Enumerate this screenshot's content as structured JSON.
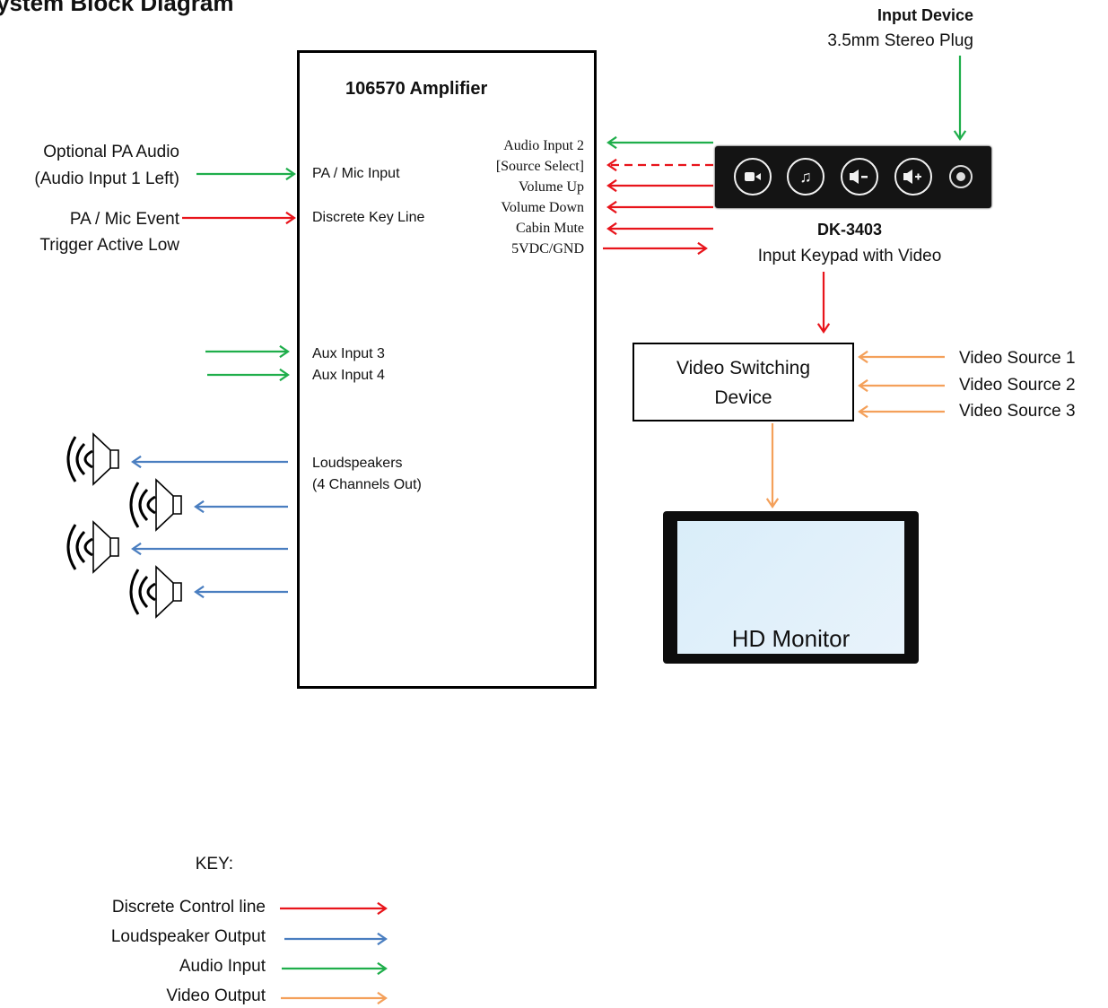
{
  "title_partial": "ystem Block Diagram",
  "amplifier": {
    "title": "106570 Amplifier",
    "inputs_left": {
      "pa_mic_input": "PA / Mic  Input",
      "discrete_key_line": "Discrete Key Line",
      "aux_input_3": "Aux Input 3",
      "aux_input_4": "Aux Input 4",
      "loudspeakers_1": "Loudspeakers",
      "loudspeakers_2": "(4 Channels Out)"
    },
    "inputs_right": [
      "Audio Input 2",
      "[Source Select]",
      "Volume Up",
      "Volume Down",
      "Cabin Mute",
      "5VDC/GND"
    ]
  },
  "external_left": {
    "optional_pa_1": "Optional PA Audio",
    "optional_pa_2": "(Audio Input 1 Left)",
    "pa_event_1": "PA / Mic Event",
    "pa_event_2": "Trigger Active Low"
  },
  "input_device": {
    "title": "Input Device",
    "subtitle": "3.5mm Stereo Plug"
  },
  "keypad": {
    "title": "DK-3403",
    "subtitle": "Input Keypad with Video",
    "buttons": [
      "video-icon",
      "music-note-icon",
      "volume-down-icon",
      "volume-up-icon"
    ]
  },
  "video_switch": {
    "line1": "Video Switching",
    "line2": "Device"
  },
  "video_sources": [
    "Video Source 1",
    "Video Source 2",
    "Video Source 3"
  ],
  "monitor": {
    "label": "HD Monitor"
  },
  "key": {
    "title": "KEY:",
    "items": [
      {
        "label": "Discrete Control line",
        "color": "#e8141b"
      },
      {
        "label": "Loudspeaker Output",
        "color": "#4a7ec0"
      },
      {
        "label": "Audio Input",
        "color": "#1fae4b"
      },
      {
        "label": "Video Output",
        "color": "#f4a05a"
      }
    ]
  },
  "colors": {
    "control": "#e8141b",
    "speaker": "#4a7ec0",
    "audio": "#1fae4b",
    "video": "#f4a05a"
  }
}
